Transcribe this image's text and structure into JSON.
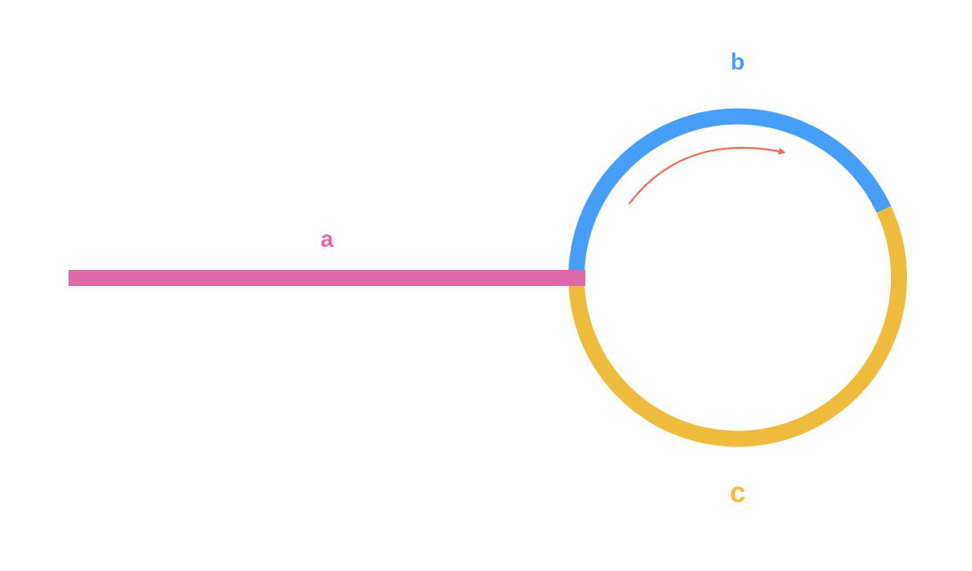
{
  "diagram": {
    "segments": [
      {
        "id": "a",
        "label": "a",
        "color": "#DE68A8"
      },
      {
        "id": "b",
        "label": "b",
        "color": "#479EF8"
      },
      {
        "id": "c",
        "label": "c",
        "color": "#EEBB3D"
      }
    ],
    "arrow": {
      "color": "#EC6A53"
    }
  }
}
